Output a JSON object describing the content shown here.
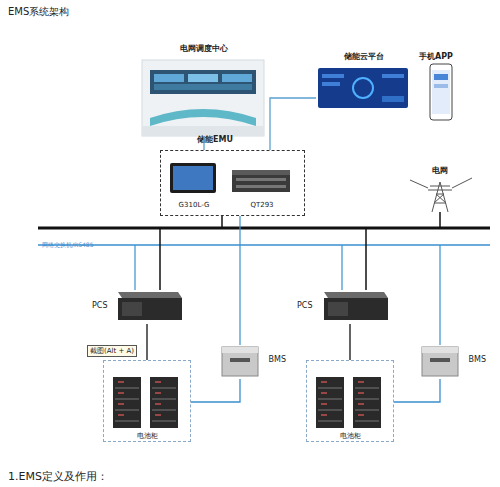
{
  "diagram": {
    "title": "EMS系统架构",
    "nodes": [
      {
        "text": [
          "电网调度中心"
        ]
      },
      {
        "text": [
          "储能云平台"
        ]
      },
      {
        "text": [
          "手机APP"
        ]
      },
      {
        "text": [
          "储能EMU"
        ]
      },
      {
        "text": [
          "G310L-G"
        ],
        "in": 3
      },
      {
        "text": [
          "QT293"
        ],
        "in": 3
      },
      {
        "text": [
          "电网"
        ]
      },
      {
        "text": [
          "PCS"
        ]
      },
      {
        "text": [
          "BMS"
        ]
      },
      {
        "text": [
          "电池柜"
        ]
      },
      {
        "text": [
          "PCS"
        ]
      },
      {
        "text": [
          "BMS"
        ]
      },
      {
        "text": [
          "电池柜"
        ]
      }
    ],
    "edges": [
      {
        "from": 3,
        "to": 0,
        "arrow": "none"
      },
      {
        "from": 3,
        "to": 1,
        "arrow": "none"
      },
      {
        "from": 7,
        "to": 9,
        "arrow": "none"
      },
      {
        "from": 8,
        "to": 9,
        "arrow": "none"
      },
      {
        "from": 10,
        "to": 12,
        "arrow": "none"
      },
      {
        "from": 11,
        "to": 12,
        "arrow": "none"
      }
    ],
    "labels": [
      "网络交换机/RS485",
      "截图(Alt + A)",
      "1.EMS定义及作用："
    ]
  }
}
